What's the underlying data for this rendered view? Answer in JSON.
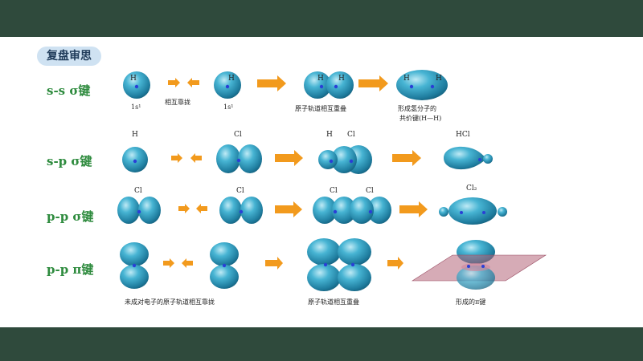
{
  "title_pill": "复盘审思",
  "rows": [
    {
      "bond_label": "s-s σ键",
      "captions": [
        "1s¹",
        "相互靠拢",
        "1s¹",
        "原子轨道相互重叠",
        "形成氢分子的",
        "共价键(H—H)"
      ],
      "atom_labels": [
        "H",
        "H",
        "H",
        "H",
        "H",
        "H"
      ]
    },
    {
      "bond_label": "s-p σ键",
      "atom_labels": [
        "H",
        "Cl",
        "H",
        "Cl",
        "HCl"
      ]
    },
    {
      "bond_label": "p-p σ键",
      "atom_labels": [
        "Cl",
        "Cl",
        "Cl",
        "Cl",
        "Cl₂"
      ]
    },
    {
      "bond_label": "p-p π键",
      "captions": [
        "未成对电子的原子轨道相互靠拢",
        "原子轨道相互重叠",
        "形成的π键"
      ]
    }
  ],
  "colors": {
    "orbital": "#2a8fb3",
    "arrow": "#f29a1d",
    "label_green": "#2e8b3e",
    "plane": "#b5667a"
  }
}
